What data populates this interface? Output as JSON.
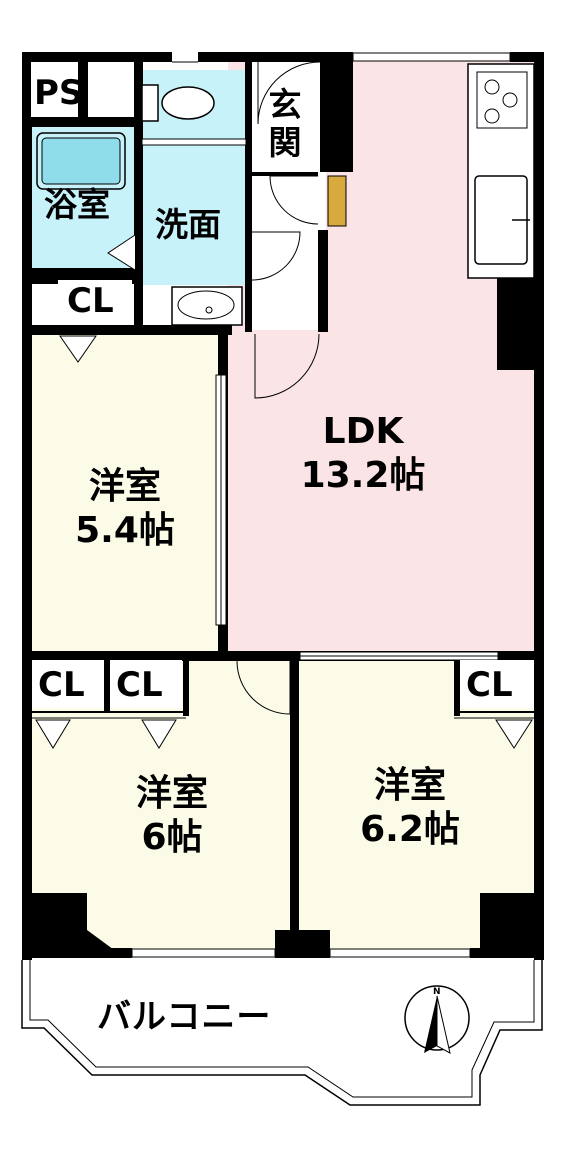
{
  "rooms": {
    "ldk": {
      "name": "LDK",
      "size": "13.2帖"
    },
    "western_1": {
      "name": "洋室",
      "size": "5.4帖"
    },
    "western_2": {
      "name": "洋室",
      "size": "6帖"
    },
    "western_3": {
      "name": "洋室",
      "size": "6.2帖"
    },
    "bathroom": "浴室",
    "washroom": "洗面",
    "entrance": "玄関",
    "balcony": "バルコニー"
  },
  "closets": {
    "cl_1": "CL",
    "cl_2": "CL",
    "cl_3": "CL",
    "cl_4": "CL"
  },
  "pipe_space": "PS",
  "compass": {
    "north_label": "N"
  },
  "colors": {
    "ldk_floor": "#fbe4e6",
    "western_floor": "#fbfbe8",
    "wet_area": "#c8f2f9",
    "wall": "#000000",
    "shoe_box": "#d8a93c"
  }
}
